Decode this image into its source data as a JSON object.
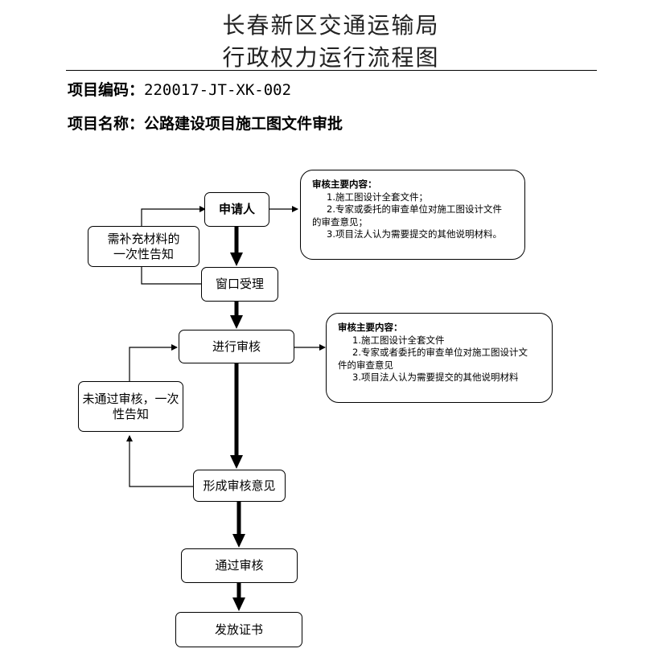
{
  "header": {
    "title_line_1": "长春新区交通运输局",
    "title_line_2": "行政权力运行流程图"
  },
  "project": {
    "code_label": "项目编码：",
    "code_value": "220017-JT-XK-002",
    "name_label": "项目名称：",
    "name_value": "公路建设项目施工图文件审批"
  },
  "flow": {
    "applicant": "申请人",
    "window": "窗口受理",
    "review": "进行审核",
    "opinion": "形成审核意见",
    "pass": "通过审核",
    "issue": "发放证书",
    "supplement_line_1": "需补充材料的",
    "supplement_line_2": "一次性告知",
    "reject_line_1": "未通过审核，一次",
    "reject_line_2": "性告知"
  },
  "notes": {
    "note1": {
      "title": "审核主要内容：",
      "item1": "1.施工图设计全套文件；",
      "item2a": "2.专家或委托的审查单位对施工图设计文件",
      "item2b": "的审查意见；",
      "item3": "3.项目法人认为需要提交的其他说明材料。"
    },
    "note2": {
      "title": "审核主要内容：",
      "item1": "1.施工图设计全套文件",
      "item2a": "2.专家或者委托的审查单位对施工图设计文",
      "item2b": "件的审查意见",
      "item3": "3.项目法人认为需要提交的其他说明材料"
    }
  }
}
